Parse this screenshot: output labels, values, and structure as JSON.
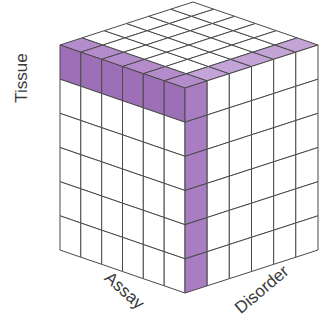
{
  "diagram": {
    "labels": [
      "Tissue",
      "Assay",
      "Disorder"
    ]
  }
}
